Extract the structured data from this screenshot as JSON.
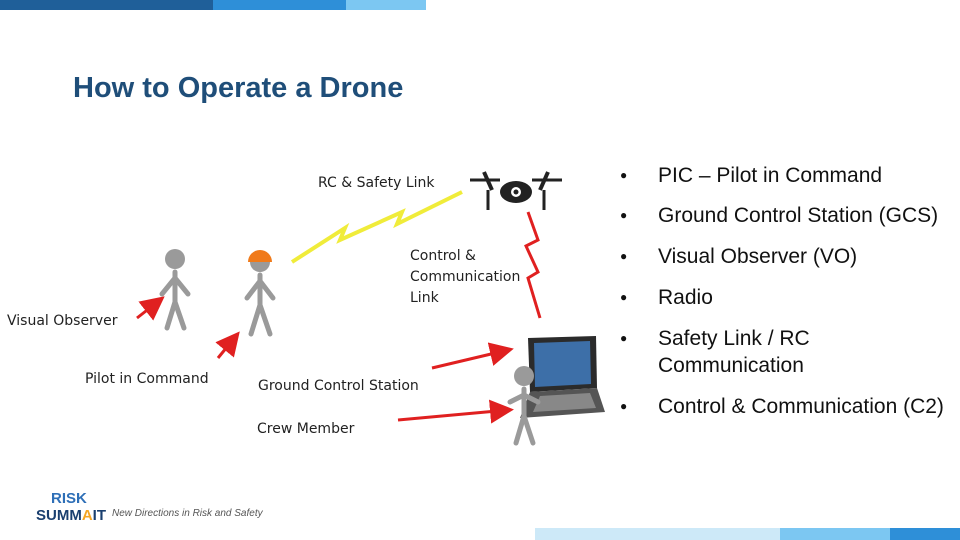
{
  "title": "How to Operate a Drone",
  "labels": {
    "rc_link": "RC & Safety Link",
    "c2_link": "Control & Communication Link",
    "visual_observer": "Visual Observer",
    "pilot": "Pilot in Command",
    "gcs": "Ground Control Station",
    "crew": "Crew Member"
  },
  "bullets": [
    "PIC – Pilot in Command",
    "Ground Control Station (GCS)",
    "Visual Observer (VO)",
    "Radio",
    "Safety Link / RC Communication",
    "Control & Communication (C2)"
  ],
  "bullet_glyph": "●",
  "footer": {
    "logo_line1": "RISK",
    "logo_line2_a": "SUMM",
    "logo_line2_b": "A",
    "logo_line2_c": "IT",
    "tagline": "New Directions in Risk and Safety"
  },
  "colors": {
    "title": "#1f4e79",
    "accent_dark": "#1f5f99",
    "accent_mid": "#2e8fd8",
    "accent_light": "#7cc7f2",
    "arrow": "#e02020",
    "rc_link": "#f0ec3a",
    "c2_link": "#e02020",
    "figure": "#9a9a9a",
    "helmet": "#f07a1a"
  },
  "icons": [
    "drone-icon",
    "laptop-icon",
    "person-icon",
    "helmet-icon",
    "lightning-icon",
    "arrow-icon"
  ]
}
